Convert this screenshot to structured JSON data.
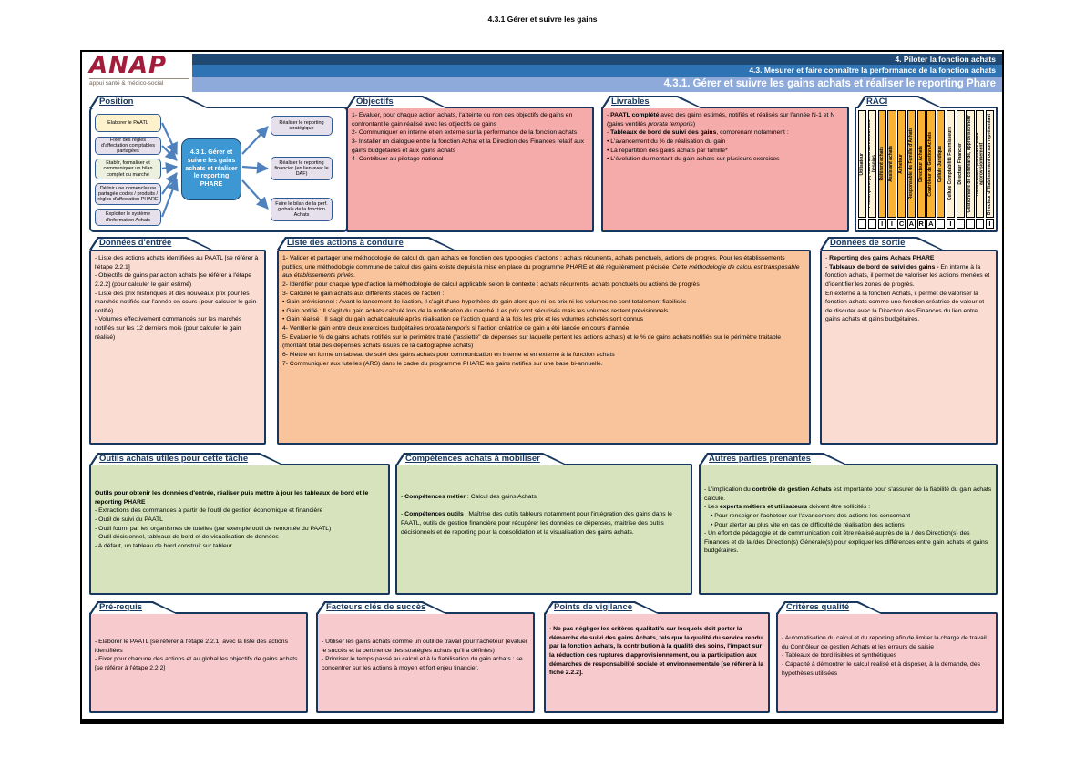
{
  "colors": {
    "navy": "#17375e",
    "bar1": "#1f4973",
    "bar2": "#2e74b5",
    "bar3": "#8eaadb",
    "pink": "#f5aba9",
    "pink-light": "#f7cacd",
    "peach": "#fadcd2",
    "orange": "#f9c49b",
    "green": "#d6e3bc",
    "raci-orange": "#f9b233",
    "raci-cream": "#fcf3d9",
    "logo-red": "#a21d3b",
    "flow-blue": "#3d97d3",
    "lavender": "#e6e0ec",
    "flow-yellow": "#fef2cc",
    "flow-green": "#ebf1de"
  },
  "page_title": "4.3.1 Gérer et suivre les gains",
  "logo": {
    "text": "ANAP",
    "tagline": "appui santé & médico-social"
  },
  "breadcrumb": {
    "level1": "4. Piloter la fonction achats",
    "level2": "4.3. Mesurer et faire connaître la performance de la fonction achats",
    "level3": "4.3.1. Gérer et suivre les gains achats et réaliser le reporting Phare"
  },
  "position": {
    "title": "Position",
    "inputs": [
      {
        "label": "Elaborer le PAATL"
      },
      {
        "label": "Fixer des règles d'affectation comptables partagées"
      },
      {
        "label": "Etablir, formaliser et communiquer un bilan complet du marché"
      },
      {
        "label": "Définir une nomenclature partagée codes / produits / règles d'affectation PHARE"
      },
      {
        "label": "Exploiter le système d'information Achats"
      }
    ],
    "center": {
      "label": "4.3.1. Gérer et suivre les gains achats et réaliser le reporting PHARE"
    },
    "outputs": [
      {
        "label": "Réaliser le reporting stratégique"
      },
      {
        "label": "Réaliser le reporting financier (en lien avec le DAF)"
      },
      {
        "label": "Faire le bilan de la perf. globale de la fonction Achats"
      }
    ]
  },
  "objectifs": {
    "title": "Objectifs",
    "lines": [
      "1- Evaluer, pour chaque action achats, l'atteinte ou non des objectifs de gains en confrontant le gain réalisé avec les objectifs de gains",
      "2- Communiquer en interne et en externe sur la performance de la fonction achats",
      "3- Installer un dialogue entre la fonction Achat et la Direction des Finances relatif aux gains budgétaires et aux gains achats",
      "4- Contribuer au pilotage national"
    ]
  },
  "livrables": {
    "title": "Livrables",
    "lines": [
      {
        "seg": [
          {
            "t": "- "
          },
          {
            "t": "PAATL complété",
            "b": true
          },
          {
            "t": " avec des gains estimés, notifiés et réalisés sur l'année N-1 et N (gains ventilés "
          },
          {
            "t": "prorata temporis",
            "i": true
          },
          {
            "t": ")"
          }
        ]
      },
      {
        "seg": [
          {
            "t": "- "
          },
          {
            "t": "Tableaux de bord de suivi des gains",
            "b": true
          },
          {
            "t": ", comprenant notamment :"
          }
        ]
      },
      "• L'avancement du % de réalisation du gain",
      "• La répartition des gains achats par famille*",
      "• L'évolution du montant du gain achats sur plusieurs exercices"
    ]
  },
  "raci": {
    "title": "RACI",
    "columns": [
      {
        "label": "Utilisateur",
        "letter": "",
        "hl": false
      },
      {
        "label": "Prescripteur(s) et/ou Coordonnateur des besoins",
        "letter": "",
        "hl": false
      },
      {
        "label": "Référent achats",
        "letter": "I",
        "hl": true
      },
      {
        "label": "Assistant achats",
        "letter": "I",
        "hl": true
      },
      {
        "label": "Acheteur",
        "letter": "C",
        "hl": true
      },
      {
        "label": "Responsable de Famille d'Achats",
        "letter": "A",
        "hl": true
      },
      {
        "label": "Directeur Achats",
        "letter": "R",
        "hl": true
      },
      {
        "label": "Contrôleur de Gestion Achats",
        "letter": "A",
        "hl": true
      },
      {
        "label": "Cellule Juridique",
        "letter": "",
        "hl": true
      },
      {
        "label": "Cellule Comptabilité Fournisseurs",
        "letter": "I",
        "hl": false
      },
      {
        "label": "Directeur Financier",
        "letter": "",
        "hl": false
      },
      {
        "label": "Gestionnaire de commande, approvisionneur",
        "letter": "",
        "hl": false
      },
      {
        "label": "Responsable logistique et/ou approvisionnement",
        "letter": "",
        "hl": false
      },
      {
        "label": "Directeur d'Etablissement ou son représentant",
        "letter": "I",
        "hl": false
      }
    ]
  },
  "donnees_entree": {
    "title": "Données d'entrée",
    "lines": [
      "- Liste des actions achats identifiées au PAATL [se référer à l'étape 2.2.1]",
      "- Objectifs de gains par action achats [se référer à l'étape 2.2.2] (pour calculer le gain estimé)",
      "- Liste des prix historiques et des nouveaux prix pour les marchés notifiés sur l'année en cours (pour calculer le gain notifié)",
      "- Volumes effectivement commandés sur les marchés notifiés sur les 12 derniers mois (pour calculer le gain réalisé)"
    ]
  },
  "actions": {
    "title": "Liste des actions à conduire",
    "lines": [
      {
        "seg": [
          {
            "t": "1- Valider et partager une méthodologie de calcul du gain achats en fonction des typologies d'actions : achats récurrents, achats ponctuels, actions de progrès. Pour les établissements publics, une méthodologie commune de calcul des gains existe depuis la mise en place du programme PHARE et été régulièrement précisée. "
          },
          {
            "t": "Cette méthodologie de calcul est transposable aux établissements privés.",
            "i": true
          }
        ]
      },
      "2- Identifier pour chaque type d'action la méthodologie de calcul applicable selon le contexte : achats récurrents, achats ponctuels ou actions de progrès",
      "3- Calculer le gain achats aux différents stades de l'action :",
      "• Gain prévisionnel : Avant le lancement de l'action, il s'agit d'une hypothèse de gain alors que ni les prix ni les volumes ne sont totalement fiabilisés",
      "• Gain notifié : Il s'agit du gain achats calculé lors de la notification du marché. Les prix sont sécurisés mais les volumes restent prévisionnels",
      "• Gain réalisé : Il s'agit du gain achat calculé après réalisation de l'action quand à la fois les prix et les volumes achetés sont connus",
      {
        "seg": [
          {
            "t": "4- Ventiler le gain entre deux exercices budgétaires "
          },
          {
            "t": "prorata temporis",
            "i": true
          },
          {
            "t": " si l'action créatrice de gain a été lancée en cours d'année"
          }
        ]
      },
      {
        "seg": [
          {
            "t": "5- Evaluer le % de gains achats notifiés sur le périmètre traité (\"assiette\" de dépenses sur laquelle portent les actions achats) et le % de gains achats notifiés sur le périmètre traitable (montant total des dépenses achats issues de la cartographie achats)"
          }
        ]
      },
      "6- Mettre en forme un tableau de suivi des gains achats pour communication en interne et en externe à la fonction achats",
      "7- Communiquer aux tutelles (ARS) dans le cadre du programme PHARE les gains notifiés sur une base bi-annuelle."
    ]
  },
  "donnees_sortie": {
    "title": "Données de sortie",
    "lines": [
      {
        "seg": [
          {
            "t": "- "
          },
          {
            "t": "Reporting des gains Achats PHARE",
            "b": true
          }
        ]
      },
      {
        "seg": [
          {
            "t": "- "
          },
          {
            "t": "Tableaux de bord de suivi des gains -",
            "b": true
          },
          {
            "t": " En interne à la fonction achats, il permet de valoriser les actions menées et d'identifier les zones de progrès."
          }
        ]
      },
      "En externe à la fonction Achats, il permet de valoriser la fonction achats comme une fonction créatrice de valeur et de discuter avec la Direction des Finances du lien entre gains achats et gains budgétaires."
    ]
  },
  "outils": {
    "title": "Outils achats utiles pour cette tâche",
    "lines": [
      {
        "seg": [
          {
            "t": "Outils pour obtenir les données d'entrée, réaliser puis mettre à jour les tableaux de bord et le reporting PHARE :",
            "b": true
          }
        ]
      },
      "- Extractions des commandes à partir de l'outil de gestion économique et financière",
      "- Outil de suivi du PAATL",
      "- Outil fourni par les organismes de tutelles (par exemple outil de remontée du PAATL)",
      "- Outil décisionnel, tableaux de bord et de visualisation de données",
      "- A défaut, un tableau de bord construit sur tableur"
    ]
  },
  "competences": {
    "title": "Compétences achats à mobiliser",
    "lines": [
      {
        "seg": [
          {
            "t": "- "
          },
          {
            "t": "Compétences métier",
            "b": true
          },
          {
            "t": " : Calcul des gains Achats"
          }
        ]
      },
      "",
      {
        "seg": [
          {
            "t": "- "
          },
          {
            "t": "Compétences outils",
            "b": true
          },
          {
            "t": " : Maîtrise des outils tableurs notamment pour l'intégration des gains dans le PAATL, outils de gestion financière pour récupérer les données de dépenses, maitrise des outils décisionnels et de reporting pour la consolidation et la visualisation des gains achats."
          }
        ]
      }
    ]
  },
  "autres": {
    "title": "Autres parties prenantes",
    "lines": [
      {
        "seg": [
          {
            "t": "- L'implication du "
          },
          {
            "t": "contrôle de gestion Achats",
            "b": true
          },
          {
            "t": " est importante pour s'assurer de la fiabilité du gain achats calculé."
          }
        ]
      },
      {
        "seg": [
          {
            "t": "- Les "
          },
          {
            "t": "experts métiers et utilisateurs",
            "b": true
          },
          {
            "t": " doivent être sollicités :"
          }
        ]
      },
      {
        "ind": true,
        "seg": [
          {
            "t": "• Pour renseigner l'acheteur sur l'avancement des actions les concernant"
          }
        ]
      },
      {
        "ind": true,
        "seg": [
          {
            "t": "• Pour alerter au plus vite en cas de difficulté de réalisation des actions"
          }
        ]
      },
      "- Un effort de pédagogie et de communication doit être réalisé auprès de la / des Direction(s) des Finances et de la /des Direction(s) Générale(s) pour expliquer les différences entre gain achats et gains budgétaires."
    ]
  },
  "prerequis": {
    "title": "Pré-requis",
    "lines": [
      "- Elaborer le PAATL [se référer à l'étape 2.2.1] avec la liste des actions identifiées",
      "- Fixer pour chacune des actions et au global les objectifs de gains achats [se référer à l'étape 2.2.2]"
    ]
  },
  "facteurs": {
    "title": "Facteurs clés de succès",
    "lines": [
      "- Utiliser les gains achats comme un outil de travail pour l'acheteur (évaluer le succès et la pertinence des stratégies achats qu'il a définies)",
      "- Prioriser le temps passé au calcul et à la fiabilisation du gain achats : se concentrer sur les actions à moyen et fort enjeu financier."
    ]
  },
  "vigilance": {
    "title": "Points de vigilance",
    "lines": [
      "- Ne pas négliger les critères qualitatifs sur lesquels doit porter la démarche de suivi des gains Achats, tels que la qualité du service rendu par la fonction achats, la contribution à la qualité des soins, l'impact sur la réduction des ruptures d'approvisionnement, ou la participation aux démarches de responsabilité sociale et environnementale [se référer à la fiche 2.2.2]."
    ]
  },
  "criteres": {
    "title": "Critères qualité",
    "lines": [
      "- Automatisation du calcul et du reporting afin de limiter la charge de travail du Contrôleur de gestion Achats et les erreurs de saisie",
      "- Tableaux de bord lisibles et synthétiques",
      "- Capacité à démontrer le calcul réalisé et à disposer, à la demande, des hypothèses utilisées"
    ]
  }
}
